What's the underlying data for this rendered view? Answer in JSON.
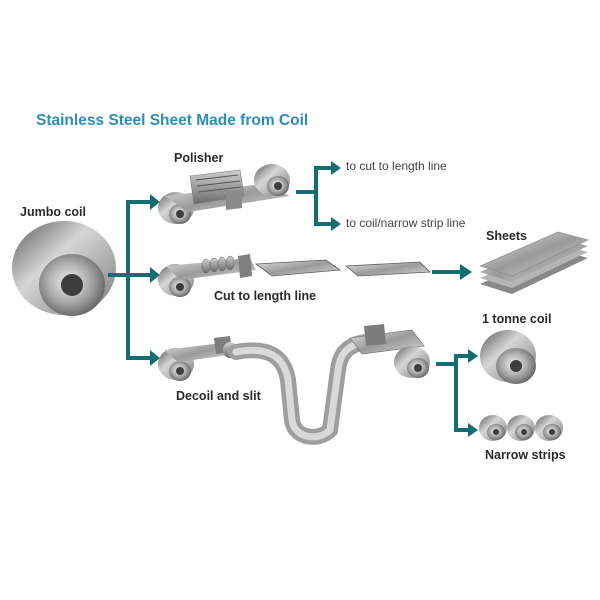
{
  "title": "Stainless Steel Sheet Made from Coil",
  "labels": {
    "jumbo_coil": "Jumbo coil",
    "polisher": "Polisher",
    "to_cut_line": "to cut to length line",
    "to_coil_line": "to coil/narrow strip line",
    "sheets": "Sheets",
    "cut_to_length": "Cut to length line",
    "one_tonne_coil": "1 tonne coil",
    "decoil_slit": "Decoil and slit",
    "narrow_strips": "Narrow strips"
  },
  "colors": {
    "arrow": "#136c72",
    "title": "#2d8db8"
  }
}
